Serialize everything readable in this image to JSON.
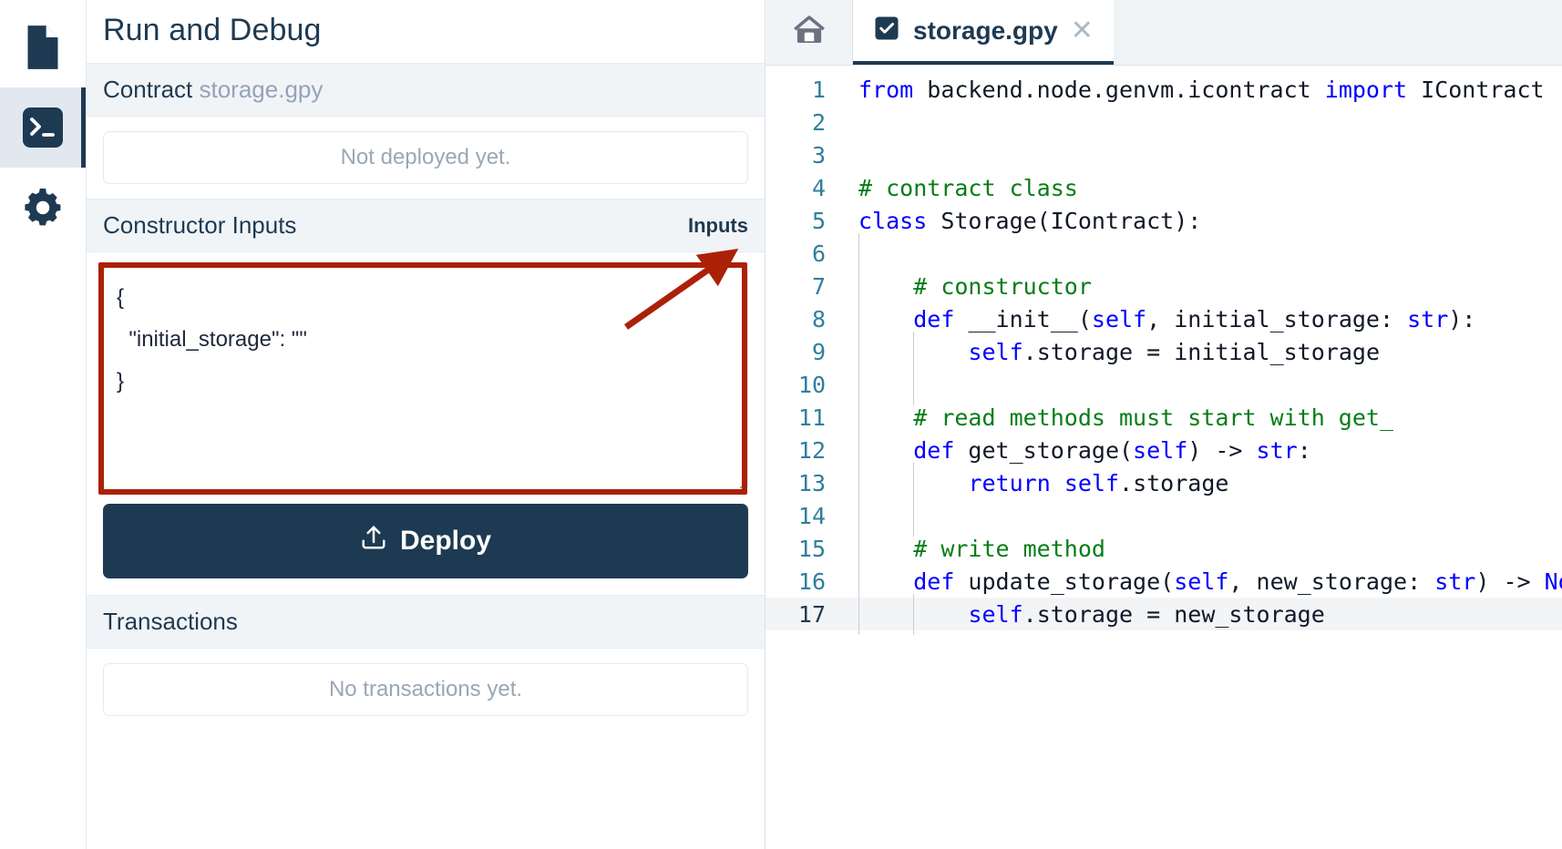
{
  "rail": {
    "items": [
      {
        "name": "file-icon",
        "label": "Files",
        "active": false
      },
      {
        "name": "terminal-icon",
        "label": "Run and Debug",
        "active": true
      },
      {
        "name": "gear-icon",
        "label": "Settings",
        "active": false
      }
    ]
  },
  "panel": {
    "title": "Run and Debug",
    "contract": {
      "label": "Contract",
      "file": "storage.gpy"
    },
    "deployment_status": "Not deployed yet.",
    "constructor": {
      "heading": "Constructor Inputs",
      "annotation_label": "Inputs",
      "json_value": "{\n  \"initial_storage\": \"\"\n}"
    },
    "deploy_button": {
      "label": "Deploy",
      "icon": "upload-icon"
    },
    "transactions": {
      "heading": "Transactions",
      "empty_text": "No transactions yet."
    }
  },
  "editor": {
    "home_icon": "home-icon",
    "tab": {
      "icon": "file-check-icon",
      "name": "storage.gpy",
      "close_icon": "close-icon"
    },
    "active_line": 17,
    "lines": [
      {
        "n": "1",
        "indent": 0,
        "guides": 0,
        "tokens": [
          {
            "t": "from",
            "c": "kw"
          },
          {
            "t": " backend.node.genvm.icontract ",
            "c": "pl"
          },
          {
            "t": "import",
            "c": "kw"
          },
          {
            "t": " IContract",
            "c": "pl"
          }
        ]
      },
      {
        "n": "2",
        "indent": 0,
        "guides": 0,
        "tokens": []
      },
      {
        "n": "3",
        "indent": 0,
        "guides": 0,
        "tokens": []
      },
      {
        "n": "4",
        "indent": 0,
        "guides": 0,
        "tokens": [
          {
            "t": "# contract class",
            "c": "cm"
          }
        ]
      },
      {
        "n": "5",
        "indent": 0,
        "guides": 0,
        "tokens": [
          {
            "t": "class",
            "c": "kw"
          },
          {
            "t": " Storage(IContract):",
            "c": "pl"
          }
        ]
      },
      {
        "n": "6",
        "indent": 0,
        "guides": 1,
        "tokens": []
      },
      {
        "n": "7",
        "indent": 1,
        "guides": 1,
        "tokens": [
          {
            "t": "# constructor",
            "c": "cm"
          }
        ]
      },
      {
        "n": "8",
        "indent": 1,
        "guides": 1,
        "tokens": [
          {
            "t": "def",
            "c": "kw"
          },
          {
            "t": " __init__(",
            "c": "pl"
          },
          {
            "t": "self",
            "c": "kw"
          },
          {
            "t": ", initial_storage: ",
            "c": "pl"
          },
          {
            "t": "str",
            "c": "kw"
          },
          {
            "t": "):",
            "c": "pl"
          }
        ]
      },
      {
        "n": "9",
        "indent": 2,
        "guides": 2,
        "tokens": [
          {
            "t": "self",
            "c": "kw"
          },
          {
            "t": ".storage = initial_storage",
            "c": "pl"
          }
        ]
      },
      {
        "n": "10",
        "indent": 2,
        "guides": 2,
        "tokens": []
      },
      {
        "n": "11",
        "indent": 1,
        "guides": 1,
        "tokens": [
          {
            "t": "# read methods must start with get_",
            "c": "cm"
          }
        ]
      },
      {
        "n": "12",
        "indent": 1,
        "guides": 1,
        "tokens": [
          {
            "t": "def",
            "c": "kw"
          },
          {
            "t": " get_storage(",
            "c": "pl"
          },
          {
            "t": "self",
            "c": "kw"
          },
          {
            "t": ") -> ",
            "c": "pl"
          },
          {
            "t": "str",
            "c": "kw"
          },
          {
            "t": ":",
            "c": "pl"
          }
        ]
      },
      {
        "n": "13",
        "indent": 2,
        "guides": 2,
        "tokens": [
          {
            "t": "return",
            "c": "kw"
          },
          {
            "t": " ",
            "c": "pl"
          },
          {
            "t": "self",
            "c": "kw"
          },
          {
            "t": ".storage",
            "c": "pl"
          }
        ]
      },
      {
        "n": "14",
        "indent": 2,
        "guides": 2,
        "tokens": []
      },
      {
        "n": "15",
        "indent": 1,
        "guides": 1,
        "tokens": [
          {
            "t": "# write method",
            "c": "cm"
          }
        ]
      },
      {
        "n": "16",
        "indent": 1,
        "guides": 1,
        "tokens": [
          {
            "t": "def",
            "c": "kw"
          },
          {
            "t": " update_storage(",
            "c": "pl"
          },
          {
            "t": "self",
            "c": "kw"
          },
          {
            "t": ", new_storage: ",
            "c": "pl"
          },
          {
            "t": "str",
            "c": "kw"
          },
          {
            "t": ") -> ",
            "c": "pl"
          },
          {
            "t": "No",
            "c": "kw"
          }
        ]
      },
      {
        "n": "17",
        "indent": 2,
        "guides": 2,
        "tokens": [
          {
            "t": "self",
            "c": "kw"
          },
          {
            "t": ".storage = new_storage",
            "c": "pl"
          }
        ]
      }
    ]
  },
  "colors": {
    "brand_navy": "#1e3a52",
    "annotation_red": "#ab2107",
    "keyword_blue": "#0000ff",
    "comment_green": "#067d17",
    "gutter_blue": "#2f7f9e",
    "panel_head_bg": "#f1f4f7"
  }
}
